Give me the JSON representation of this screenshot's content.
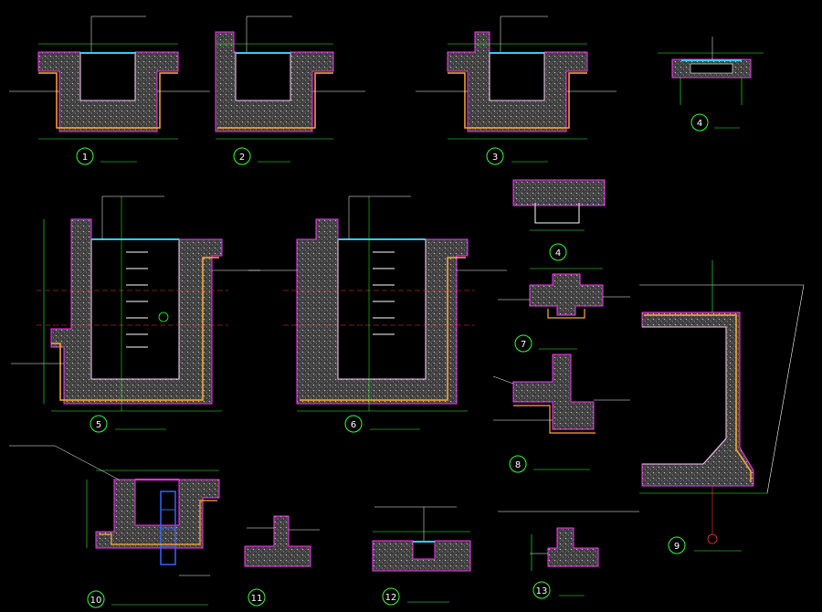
{
  "drawing": {
    "background": "#000000",
    "colors": {
      "outline": "#ff33ff",
      "concrete": "#8c8c8c",
      "inner_face": "#ffffff",
      "waterproof": "#ffaa33",
      "dimension": "#33ff33",
      "leader": "#ffffff",
      "note_text": "#ffffff",
      "note_green": "#66ff66",
      "axis": "#ff3333",
      "steel": "#3366ff",
      "circle": "#33ff33"
    }
  },
  "details": [
    {
      "id": "1",
      "number": "1"
    },
    {
      "id": "2",
      "number": "2"
    },
    {
      "id": "3",
      "number": "3"
    },
    {
      "id": "4",
      "number": "4"
    },
    {
      "id": "4b",
      "number": "4"
    },
    {
      "id": "5",
      "number": "5"
    },
    {
      "id": "6",
      "number": "6"
    },
    {
      "id": "7",
      "number": "7"
    },
    {
      "id": "8",
      "number": "8"
    },
    {
      "id": "9",
      "number": "9"
    },
    {
      "id": "10",
      "number": "10"
    },
    {
      "id": "11",
      "number": "11"
    },
    {
      "id": "12",
      "number": "12"
    },
    {
      "id": "13",
      "number": "13"
    }
  ]
}
